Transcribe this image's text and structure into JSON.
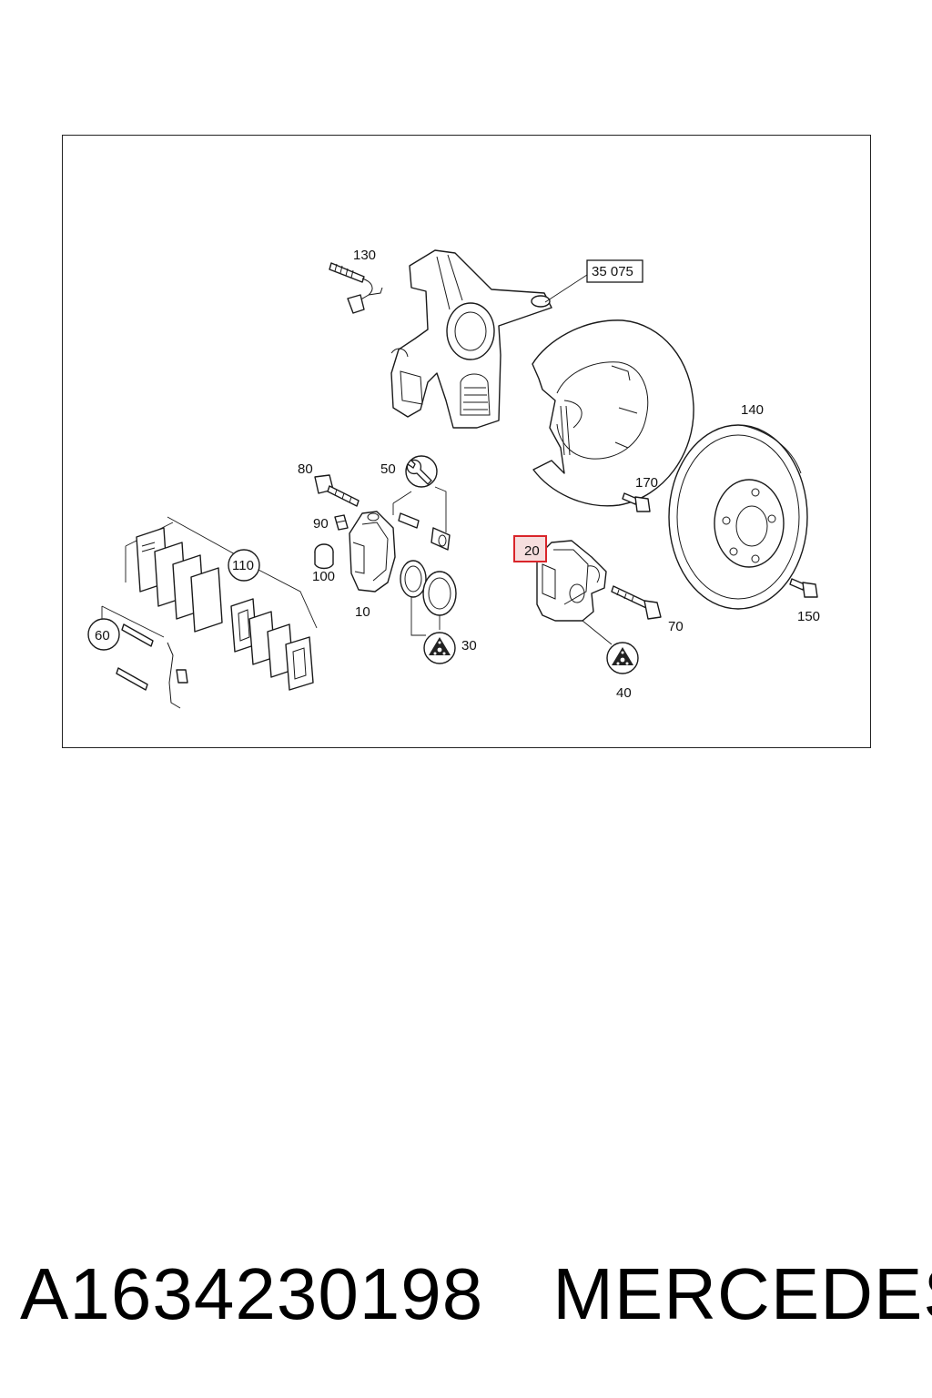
{
  "diagram": {
    "callouts": {
      "c130": "130",
      "c35075": "35 075",
      "c140": "140",
      "c80": "80",
      "c50": "50",
      "c170": "170",
      "c90": "90",
      "c110": "110",
      "c100": "100",
      "c20": "20",
      "c10": "10",
      "c70": "70",
      "c150": "150",
      "c60": "60",
      "c30": "30",
      "c40": "40"
    },
    "highlight_color": "#d9252a",
    "highlight_fill": "#f6dede"
  },
  "footer": {
    "part_number": "A1634230198",
    "brand": "MERCEDES"
  }
}
